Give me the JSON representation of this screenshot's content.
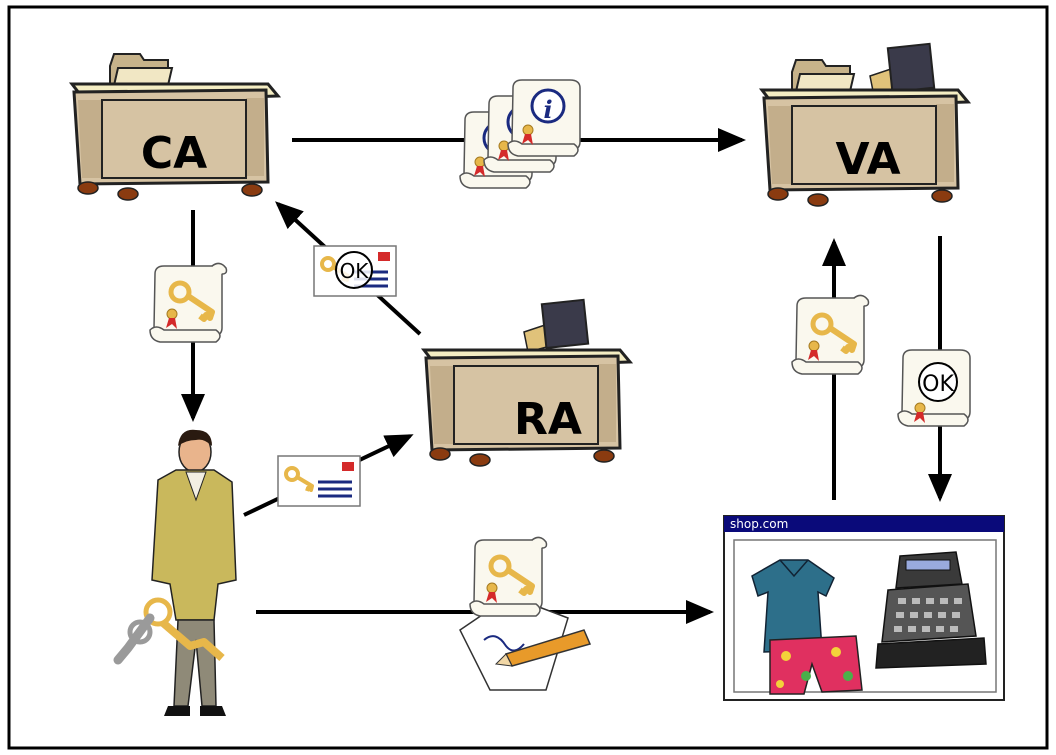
{
  "nodes": {
    "ca": {
      "label": "CA"
    },
    "va": {
      "label": "VA"
    },
    "ra": {
      "label": "RA"
    }
  },
  "tokens": {
    "ok_envelope": "OK",
    "ok_scroll": "OK",
    "info": "i"
  },
  "shop": {
    "title": "shop.com"
  },
  "colors": {
    "desk_body": "#d6c3a3",
    "desk_top": "#f4edc3",
    "arrow": "#000000",
    "window_title": "#0a0a7a",
    "key": "#e7b74a",
    "seal": "#d42a2a"
  }
}
